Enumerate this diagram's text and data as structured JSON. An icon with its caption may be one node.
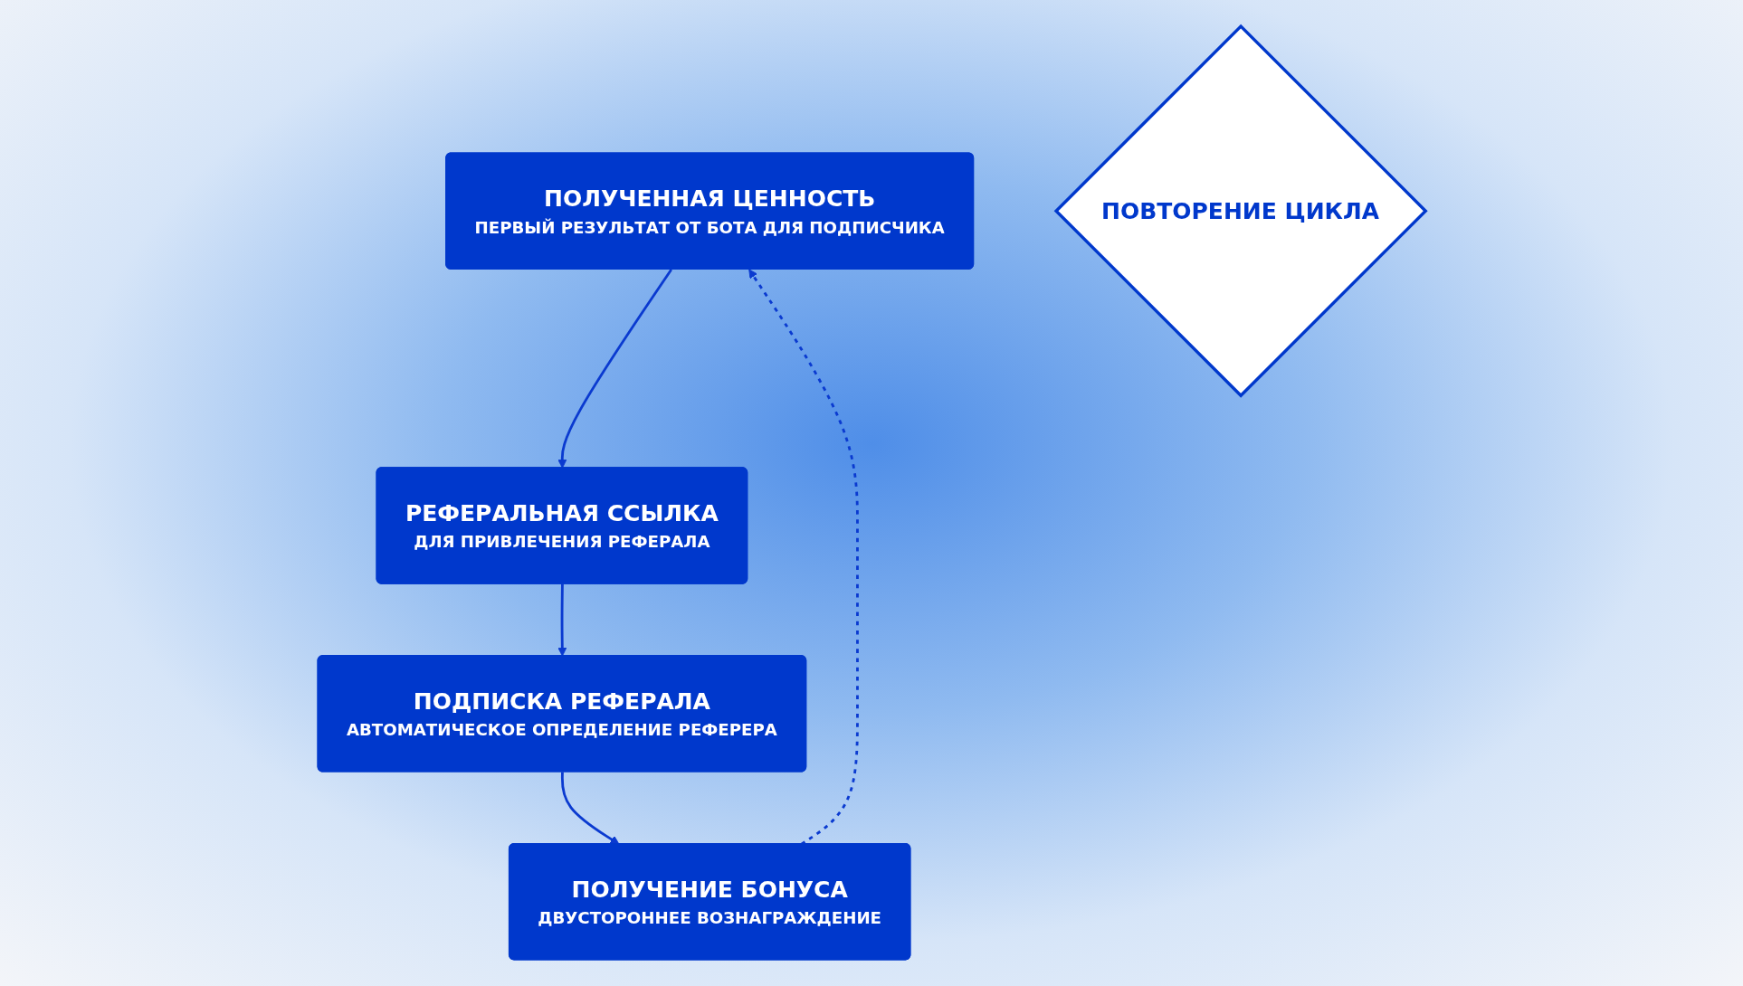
{
  "diagram": {
    "nodes": [
      {
        "text": [
          "ПОЛУЧЕННАЯ ЦЕННОСТЬ",
          "ПЕРВЫЙ РЕЗУЛЬТАТ ОТ БОТА ДЛЯ ПОДПИСЧИКА"
        ]
      },
      {
        "text": [
          "ПОЛУЧЕНИЕ БОНУСА",
          "ДВУСТОРОННЕЕ ВОЗНАГРАЖДЕНИЕ"
        ]
      },
      {
        "text": [
          "ПОВТОРЕНИЕ ЦИКЛА"
        ]
      },
      {
        "text": [
          "РЕФЕРАЛЬНАЯ ССЫЛКА",
          "ДЛЯ ПРИВЛЕЧЕНИЯ РЕФЕРАЛА"
        ]
      },
      {
        "text": [
          "ПОДПИСКА РЕФЕРАЛА",
          "АВТОМАТИЧЕСКОЕ ОПРЕДЕЛЕНИЕ РЕФЕРЕРА"
        ]
      }
    ],
    "edges": [
      {
        "from": 0,
        "to": 3,
        "arrow": "to"
      },
      {
        "from": 3,
        "to": 4,
        "arrow": "to"
      },
      {
        "from": 4,
        "to": 1,
        "arrow": "to"
      },
      {
        "from": 1,
        "to": 0,
        "arrow": "to",
        "style": "dashed"
      }
    ]
  }
}
